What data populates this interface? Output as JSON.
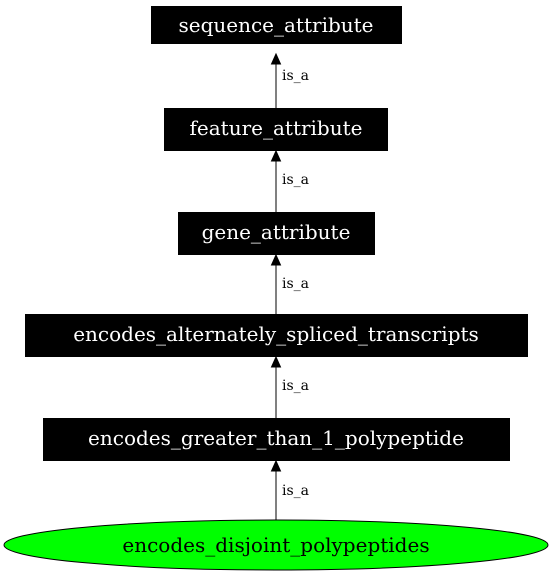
{
  "nodes": {
    "sequence_attribute": "sequence_attribute",
    "feature_attribute": "feature_attribute",
    "gene_attribute": "gene_attribute",
    "encodes_alternately_spliced_transcripts": "encodes_alternately_spliced_transcripts",
    "encodes_greater_than_1_polypeptide": "encodes_greater_than_1_polypeptide",
    "encodes_disjoint_polypeptides": "encodes_disjoint_polypeptides"
  },
  "edges": [
    {
      "from": "feature_attribute",
      "to": "sequence_attribute",
      "label": "is_a"
    },
    {
      "from": "gene_attribute",
      "to": "feature_attribute",
      "label": "is_a"
    },
    {
      "from": "encodes_alternately_spliced_transcripts",
      "to": "gene_attribute",
      "label": "is_a"
    },
    {
      "from": "encodes_greater_than_1_polypeptide",
      "to": "encodes_alternately_spliced_transcripts",
      "label": "is_a"
    },
    {
      "from": "encodes_disjoint_polypeptides",
      "to": "encodes_greater_than_1_polypeptide",
      "label": "is_a"
    }
  ],
  "colors": {
    "box_fill": "#000000",
    "box_text": "#ffffff",
    "leaf_fill": "#00ff00",
    "edge": "#000000"
  }
}
